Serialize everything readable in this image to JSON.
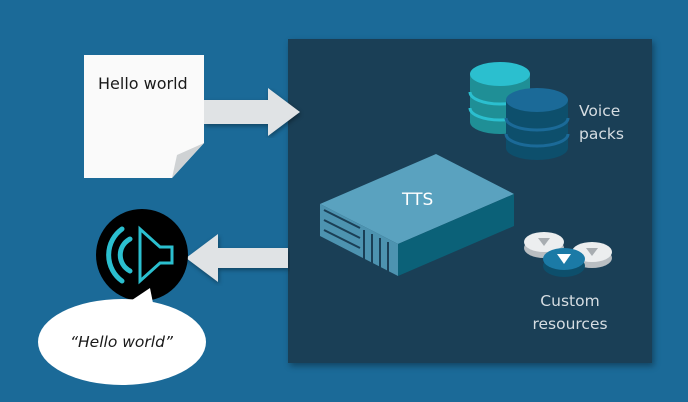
{
  "input_document": {
    "text": "Hello world"
  },
  "engine": {
    "label": "TTS"
  },
  "voice_packs": {
    "label_line1": "Voice",
    "label_line2": "packs"
  },
  "custom_resources": {
    "label_line1": "Custom",
    "label_line2": "resources"
  },
  "output_speech": {
    "text": "“Hello world”"
  },
  "colors": {
    "background": "#1b6a98",
    "panel": "#1a3f56",
    "arrow": "#e0e3e5",
    "accent_teal": "#2bbfcf",
    "server_top": "#5aa2bf",
    "server_side": "#0b6178"
  }
}
